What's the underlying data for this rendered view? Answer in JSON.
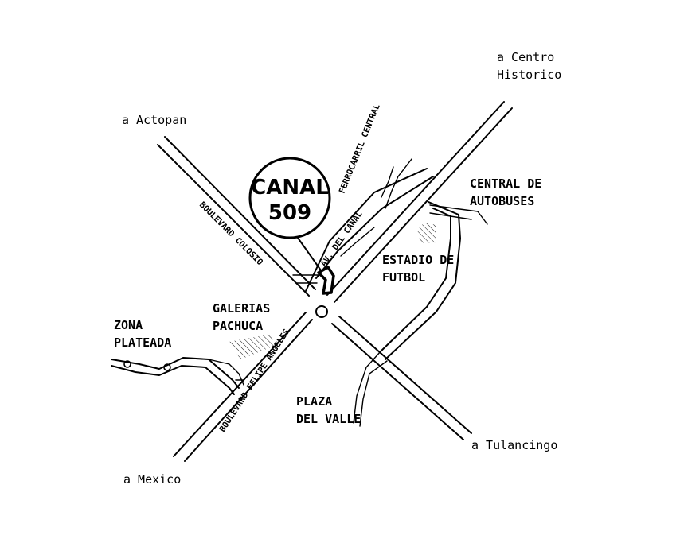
{
  "map": {
    "logo": {
      "line1": "CANAL",
      "line2": "509"
    },
    "directions": {
      "actopan": "a Actopan",
      "centro_line1": "a Centro",
      "centro_line2": "Historico",
      "mexico": "a Mexico",
      "tulancingo": "a Tulancingo"
    },
    "places": {
      "central_line1": "CENTRAL DE",
      "central_line2": "AUTOBUSES",
      "estadio_line1": "ESTADIO DE",
      "estadio_line2": "FUTBOL",
      "galerias_line1": "GALERIAS",
      "galerias_line2": "PACHUCA",
      "zona_line1": "ZONA",
      "zona_line2": "PLATEADA",
      "plaza_line1": "PLAZA",
      "plaza_line2": "DEL VALLE"
    },
    "streets": {
      "colosio": "BOULEVARD COLOSIO",
      "ferrocarril": "FERROCARRIL CENTRAL",
      "av_canal": "AV. DEL CANAL",
      "felipe_angeles": "BOULEVARD FELIPE ANGELES"
    }
  }
}
